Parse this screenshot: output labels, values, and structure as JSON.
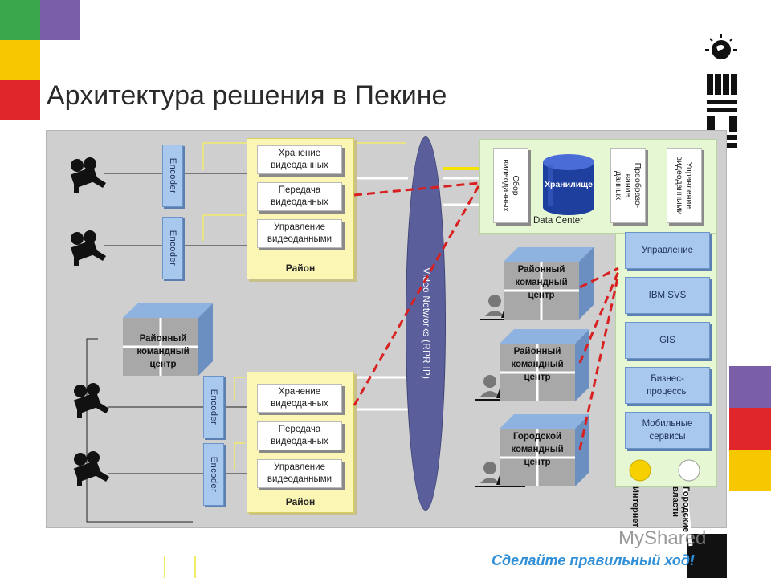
{
  "page": {
    "title": "Архитектура решения в Пекине"
  },
  "colors": {
    "green": "#3aa84a",
    "purple": "#7b5ea8",
    "yellow": "#f7c800",
    "red": "#e0262b",
    "blue_box": "#a9c8ee",
    "yellow_box": "#fbf6b4",
    "light_green": "#e6f7d4",
    "ellipse": "#5a5f9b",
    "dash_red": "#d92020",
    "slogan": "#2f8fd8"
  },
  "encoders": [
    "Encoder",
    "Encoder",
    "Encoder",
    "Encoder"
  ],
  "rayon_top": {
    "items": [
      "Хранение\nвидеоданных",
      "Передача\nвидеоданных",
      "Управление\nвидеоданными"
    ],
    "label": "Район"
  },
  "rayon_bottom": {
    "items": [
      "Хранение\nвидеоданных",
      "Передача\nвидеоданных",
      "Управление\nвидеоданными"
    ],
    "label": "Район"
  },
  "network": {
    "label": "Video Networks (RPR IP)"
  },
  "data_center": {
    "label": "Data Center",
    "collect": "Сбор\nвидеоданных",
    "storage": "Хранилище",
    "transform": "Преобразо-\nвание данных",
    "manage": "Управление\nвидеоданными"
  },
  "left_cube": {
    "label": "Районный\nкомандный\nцентр"
  },
  "cubes": [
    {
      "label": "Районный\nкомандный\nцентр"
    },
    {
      "label": "Районный\nкомандный\nцентр"
    },
    {
      "label": "Городской\nкомандный\nцентр"
    }
  ],
  "services": [
    "Управление",
    "IBM SVS",
    "GIS",
    "Бизнес-\nпроцессы",
    "Мобильные\nсервисы"
  ],
  "bottom_labels": {
    "internet": "Интернет",
    "city": "Городские\nвласти"
  },
  "icons": [
    "camera-icon",
    "storage-cylinder-icon",
    "person-icon",
    "laptop-icon",
    "ibm-globe-icon"
  ],
  "footer": {
    "slogan": "Сделайте правильный ход!",
    "watermark": "MyShared"
  }
}
